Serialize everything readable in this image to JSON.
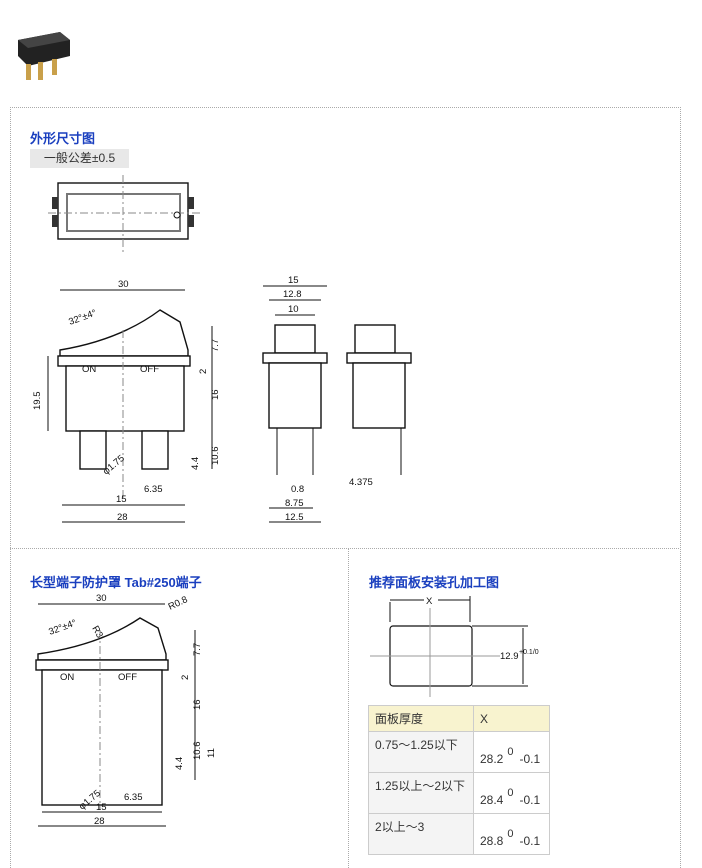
{
  "sections": {
    "outline": "外形尺寸图",
    "tolerance": "一般公差±0.5",
    "cover": "长型端子防护罩 Tab#250端子",
    "panel": "推荐面板安装孔加工图"
  },
  "dims_front": {
    "w30": "30",
    "angle": "32°±4°",
    "d77": "7.7",
    "d2": "2",
    "d16": "16",
    "d195": "19.5",
    "d106": "10.6",
    "d44": "4.4",
    "phi": "φ1.75",
    "d635": "6.35",
    "d15": "15",
    "d28": "28",
    "on": "ON",
    "off": "OFF"
  },
  "dims_side": {
    "d15": "15",
    "d128": "12.8",
    "d10": "10",
    "d08": "0.8",
    "d875": "8.75",
    "d125": "12.5",
    "d4375": "4.375"
  },
  "dims_cover": {
    "w30": "30",
    "angle": "32°±4°",
    "r08": "R0.8",
    "r30": "R30",
    "on": "ON",
    "off": "OFF",
    "d77": "7.7",
    "d2": "2",
    "d16": "16",
    "d106": "10.6",
    "d11": "11",
    "d44": "4.4",
    "phi": "φ1.75",
    "d635": "6.35",
    "d15": "15",
    "d28": "28"
  },
  "dims_panel": {
    "x": "X",
    "h": "12.9",
    "tol": "+0.1/0"
  },
  "panel_table": {
    "headers": [
      "面板厚度",
      "X"
    ],
    "rows": [
      {
        "thickness": "0.75～1.25以下",
        "value": "28.2",
        "upper": "0",
        "lower": "-0.1"
      },
      {
        "thickness": "1.25以上～2以下",
        "value": "28.4",
        "upper": "0",
        "lower": "-0.1"
      },
      {
        "thickness": "2以上～3",
        "value": "28.8",
        "upper": "0",
        "lower": "-0.1"
      }
    ]
  }
}
